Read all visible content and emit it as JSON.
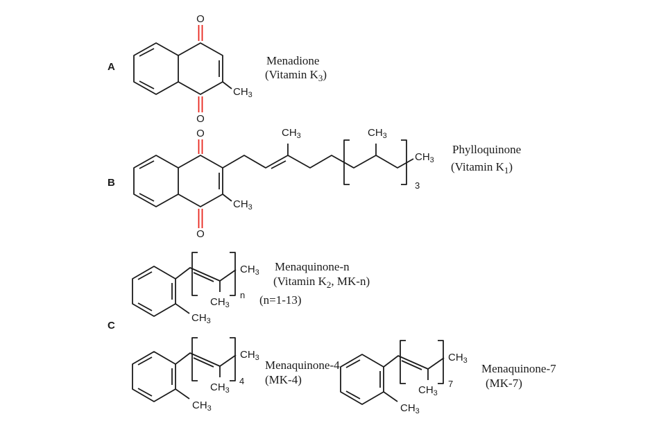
{
  "colors": {
    "bond": "#1b1b1b",
    "oxygen_red": "#e8261d",
    "background": "#ffffff"
  },
  "atoms": {
    "oxygen": "O",
    "methyl": "CH",
    "methyl_sub": "3"
  },
  "panel_a": {
    "letter": "A",
    "compound": {
      "name": "Menadione",
      "paren_pre": "(Vitamin K",
      "paren_sub": "3",
      "paren_post": ")"
    }
  },
  "panel_b": {
    "letter": "B",
    "compound": {
      "name": "Phylloquinone",
      "paren_pre": "(Vitamin K",
      "paren_sub": "1",
      "paren_post": ")",
      "repeat": "3"
    }
  },
  "panel_c": {
    "letter": "C",
    "mkn": {
      "name": "Menaquinone-n",
      "paren_pre": "(Vitamin K",
      "paren_sub": "2",
      "paren_post": ", MK-n)",
      "range": "(n=1-13)",
      "repeat": "n"
    },
    "mk4": {
      "name": "Menaquinone-4",
      "paren": "(MK-4)",
      "repeat": "4"
    },
    "mk7": {
      "name": "Menaquinone-7",
      "paren": "(MK-7)",
      "repeat": "7"
    }
  }
}
